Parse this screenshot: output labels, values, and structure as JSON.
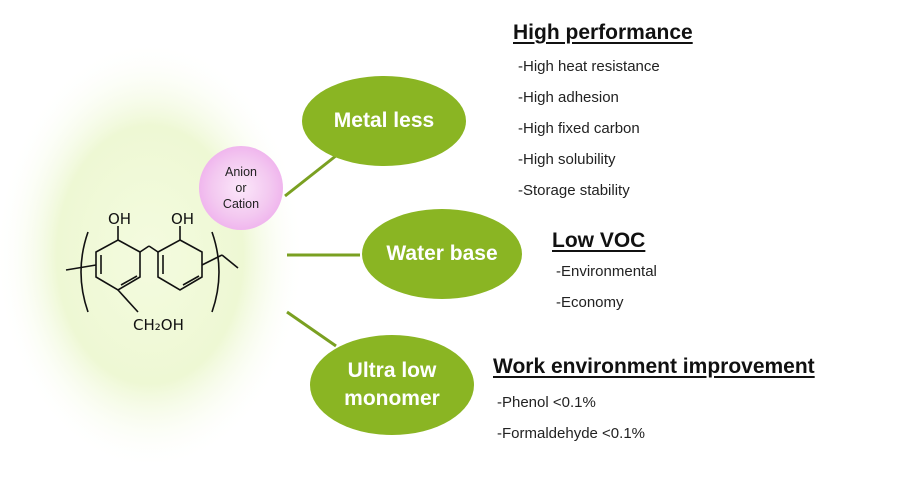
{
  "molecule": {
    "hydroxyl_left": "OH",
    "hydroxyl_right": "OH",
    "methylol": "CH₂OH"
  },
  "ion_label": "Anion\nor\nCation",
  "features": [
    {
      "label": "Metal less",
      "heading": "High performance",
      "items": [
        "-High heat resistance",
        "-High adhesion",
        "-High fixed carbon",
        "-High solubility",
        "-Storage stability"
      ]
    },
    {
      "label": "Water base",
      "heading": "Low VOC",
      "items": [
        "-Environmental",
        "-Economy"
      ]
    },
    {
      "label": "Ultra low\nmonomer",
      "heading": "Work environment improvement",
      "items": [
        "-Phenol <0.1%",
        "-Formaldehyde <0.1%"
      ]
    }
  ],
  "colors": {
    "accent_green": "#8ab523",
    "halo_green": "#e9f5c8",
    "ion_pink": "#f3c8f0"
  }
}
